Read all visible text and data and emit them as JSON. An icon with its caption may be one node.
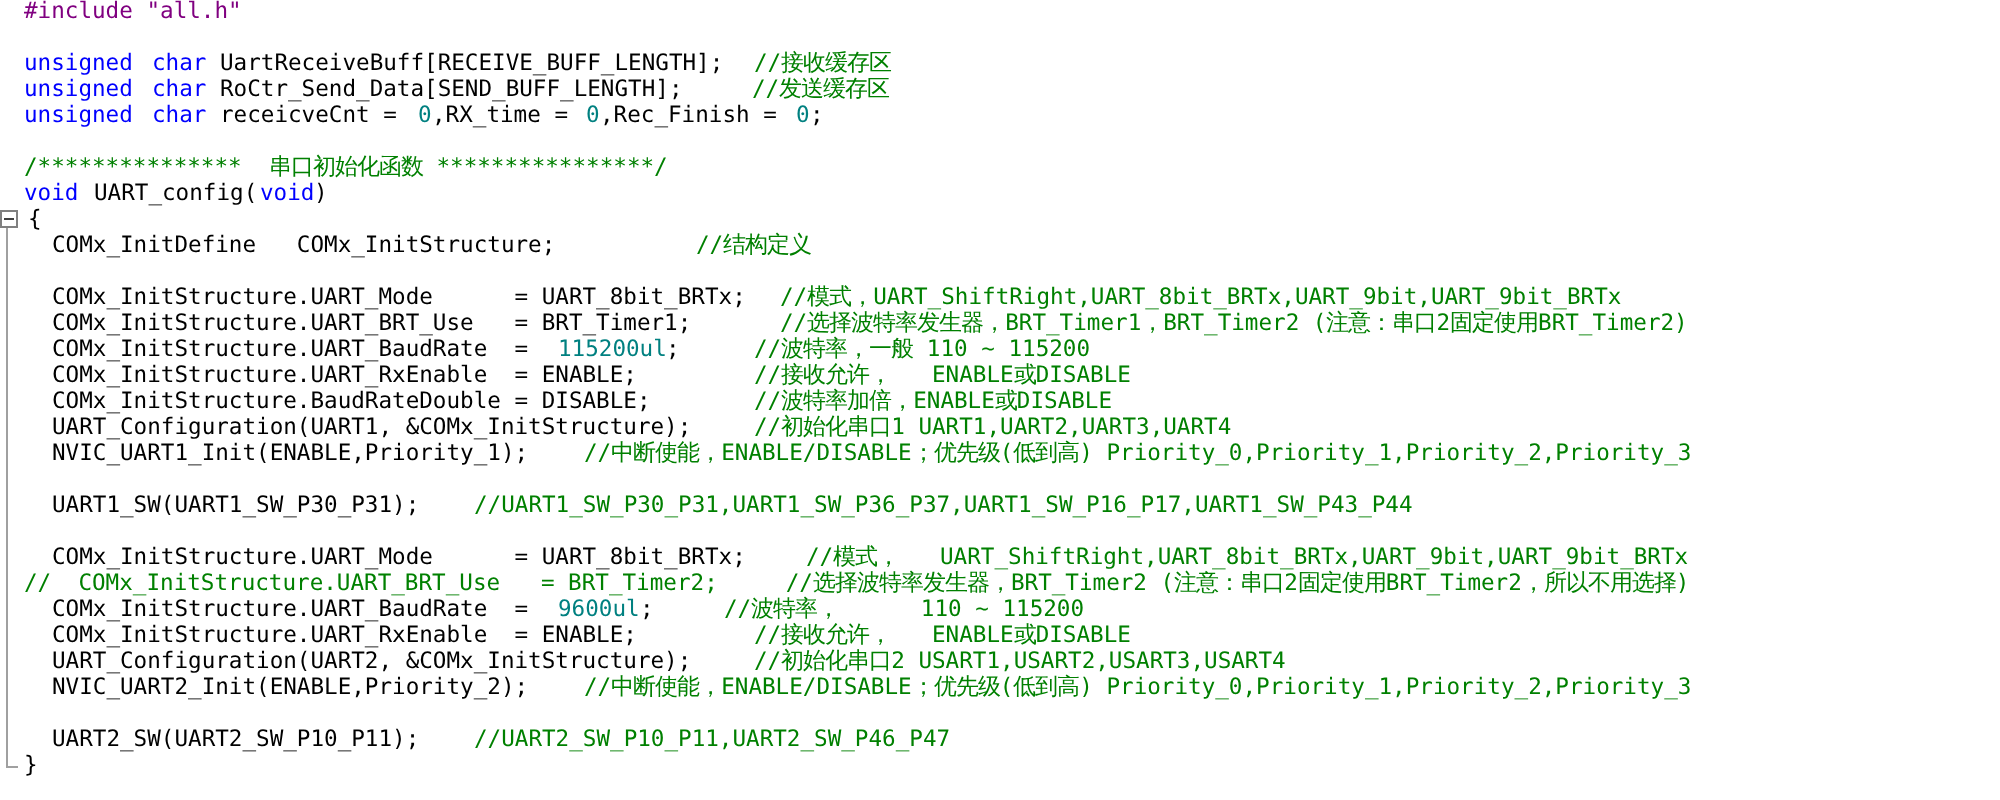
{
  "diagram": {
    "labels": [
      "#include \"all.h\"",
      "unsigned",
      "char",
      "UartReceiveBuff[RECEIVE_BUFF_LENGTH];",
      "//接收缓存区",
      "unsigned",
      "char",
      "RoCtr_Send_Data[SEND_BUFF_LENGTH];",
      "//发送缓存区",
      "unsigned",
      "char",
      "receicveCnt =",
      "0",
      ",RX_time =",
      "0",
      ",Rec_Finish =",
      "0",
      ";",
      "/***************  串口初始化函数 ****************/",
      "void",
      "UART_config(",
      "void",
      ")",
      "{",
      "COMx_InitDefine   COMx_InitStructure;",
      "//结构定义",
      "COMx_InitStructure.UART_Mode      = UART_8bit_BRTx;",
      "//模式，UART_ShiftRight,UART_8bit_BRTx,UART_9bit,UART_9bit_BRTx",
      "COMx_InitStructure.UART_BRT_Use   = BRT_Timer1;",
      "//选择波特率发生器，BRT_Timer1，BRT_Timer2 (注意：串口2固定使用BRT_Timer2)",
      "COMx_InitStructure.UART_BaudRate  =",
      "115200ul",
      ";",
      "//波特率，一般 110 ~ 115200",
      "COMx_InitStructure.UART_RxEnable  = ENABLE;",
      "//接收允许，   ENABLE或DISABLE",
      "COMx_InitStructure.BaudRateDouble = DISABLE;",
      "//波特率加倍，ENABLE或DISABLE",
      "UART_Configuration(UART1, &COMx_InitStructure);",
      "//初始化串口1 UART1,UART2,UART3,UART4",
      "NVIC_UART1_Init(ENABLE,Priority_1);",
      "//中断使能，ENABLE/DISABLE；优先级(低到高) Priority_0,Priority_1,Priority_2,Priority_3",
      "UART1_SW(UART1_SW_P30_P31);",
      "//UART1_SW_P30_P31,UART1_SW_P36_P37,UART1_SW_P16_P17,UART1_SW_P43_P44",
      "COMx_InitStructure.UART_Mode      = UART_8bit_BRTx;",
      "//模式，   UART_ShiftRight,UART_8bit_BRTx,UART_9bit,UART_9bit_BRTx",
      "//  COMx_InitStructure.UART_BRT_Use   = BRT_Timer2;     //选择波特率发生器，BRT_Timer2 (注意：串口2固定使用BRT_Timer2，所以不用选择)",
      "COMx_InitStructure.UART_BaudRate  =",
      "9600ul",
      ";",
      "//波特率，      110 ~ 115200",
      "COMx_InitStructure.UART_RxEnable  = ENABLE;",
      "//接收允许，   ENABLE或DISABLE",
      "UART_Configuration(UART2, &COMx_InitStructure);",
      "//初始化串口2 USART1,USART2,USART3,USART4",
      "NVIC_UART2_Init(ENABLE,Priority_2);",
      "//中断使能，ENABLE/DISABLE；优先级(低到高) Priority_0,Priority_1,Priority_2,Priority_3",
      "UART2_SW(UART2_SW_P10_P11);",
      "//UART2_SW_P10_P11,UART2_SW_P46_P47",
      "}"
    ]
  }
}
